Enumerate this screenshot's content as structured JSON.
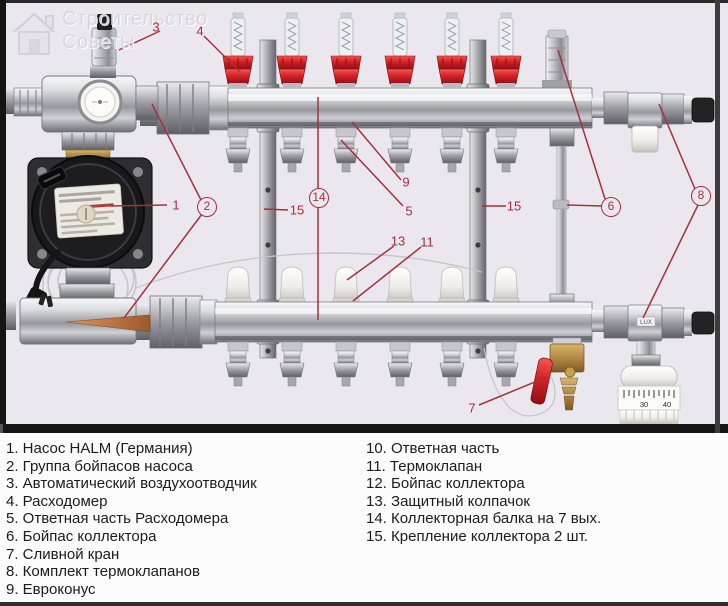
{
  "watermark": {
    "line1": "Строительство",
    "line2": "Советы"
  },
  "callouts": [
    {
      "label": "1"
    },
    {
      "label": "2"
    },
    {
      "label": "3"
    },
    {
      "label": "4"
    },
    {
      "label": "5"
    },
    {
      "label": "6"
    },
    {
      "label": "7"
    },
    {
      "label": "8"
    },
    {
      "label": "9"
    },
    {
      "label": "11"
    },
    {
      "label": "13"
    },
    {
      "label": "14"
    },
    {
      "label": "15"
    },
    {
      "label": "15"
    }
  ],
  "markings": {
    "t_fitting": "LUX",
    "thermo_scale": [
      "30",
      "40"
    ]
  },
  "legend": {
    "left": [
      "1. Насос HALM (Германия)",
      "2. Группа бойпасов насоса",
      "3. Автоматический воздухоотводчик",
      "4. Расходомер",
      "5. Ответная часть Расходомера",
      "6. Бойпас коллектора",
      "7. Сливной кран",
      "8. Комплект термоклапанов",
      "9. Евроконус"
    ],
    "right": [
      "10. Ответная часть",
      "11. Термоклапан",
      "12. Бойпас коллектора",
      "13. Защитный колпачок",
      "14. Коллекторная балка на 7 вых.",
      "15. Крепление коллектора 2 шт."
    ]
  },
  "colors": {
    "accent_red": "#a8303c",
    "flow_meter_red": "#c6242a",
    "photo_background": "#eae8ee",
    "legend_text": "#1c1c1c"
  }
}
